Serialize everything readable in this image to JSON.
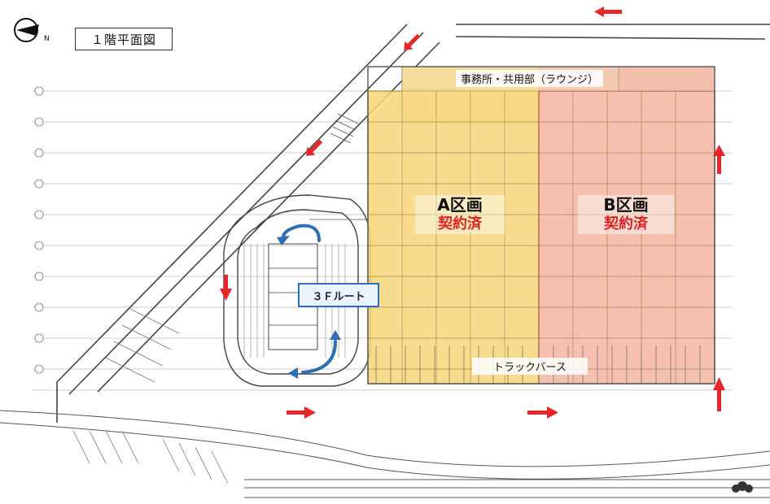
{
  "title": "１階平面図",
  "areas": [
    {
      "name": "A区画",
      "status": "契約済",
      "fill": "#f6d77a"
    },
    {
      "name": "B区画",
      "status": "契約済",
      "fill": "#f4b7a1"
    }
  ],
  "office_label": "事務所・共用部（ラウンジ）",
  "truck_label": "トラックバース",
  "route_label": "３Ｆルート",
  "colors": {
    "arrow_red": "#e8262a",
    "arrow_blue": "#2f6fb5",
    "line": "#555555"
  },
  "icons": [
    "north-arrow-icon",
    "red-arrow-icon",
    "blue-curved-arrow-icon"
  ]
}
